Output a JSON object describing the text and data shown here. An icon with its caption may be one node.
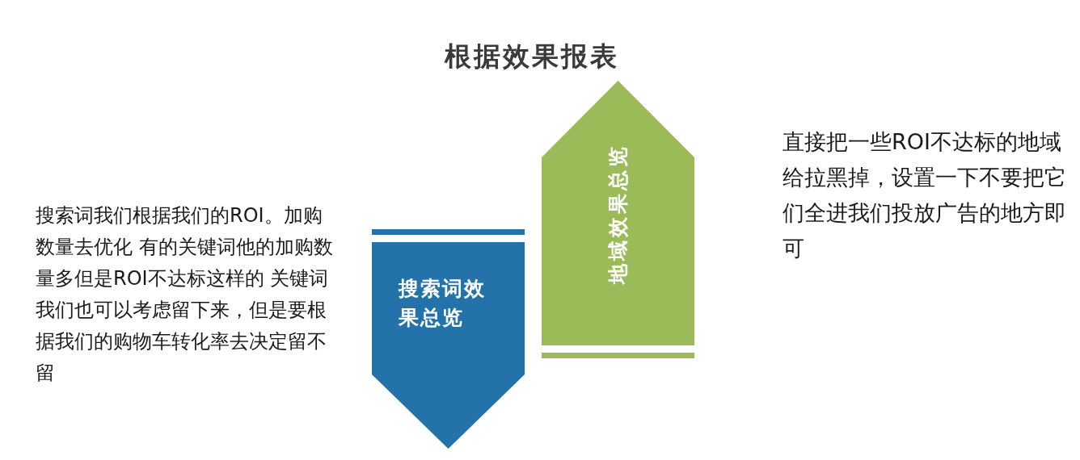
{
  "diagram": {
    "title": "根据效果报表",
    "nodes": [
      {
        "text": [
          "搜索词效果总览"
        ]
      },
      {
        "text": [
          "地域效果总览"
        ]
      }
    ],
    "labels": [
      "搜索词我们根据我们的ROI。加购数量去优化 有的关键词他的加购数量多但是ROI不达标这样的 关键词我们也可以考虑留下来，但是要根据我们的购物车转化率去决定留不留",
      "直接把一些ROI不达标的地域给拉黑掉，设置一下不要把它们全进我们投放广告的地方即可"
    ]
  }
}
